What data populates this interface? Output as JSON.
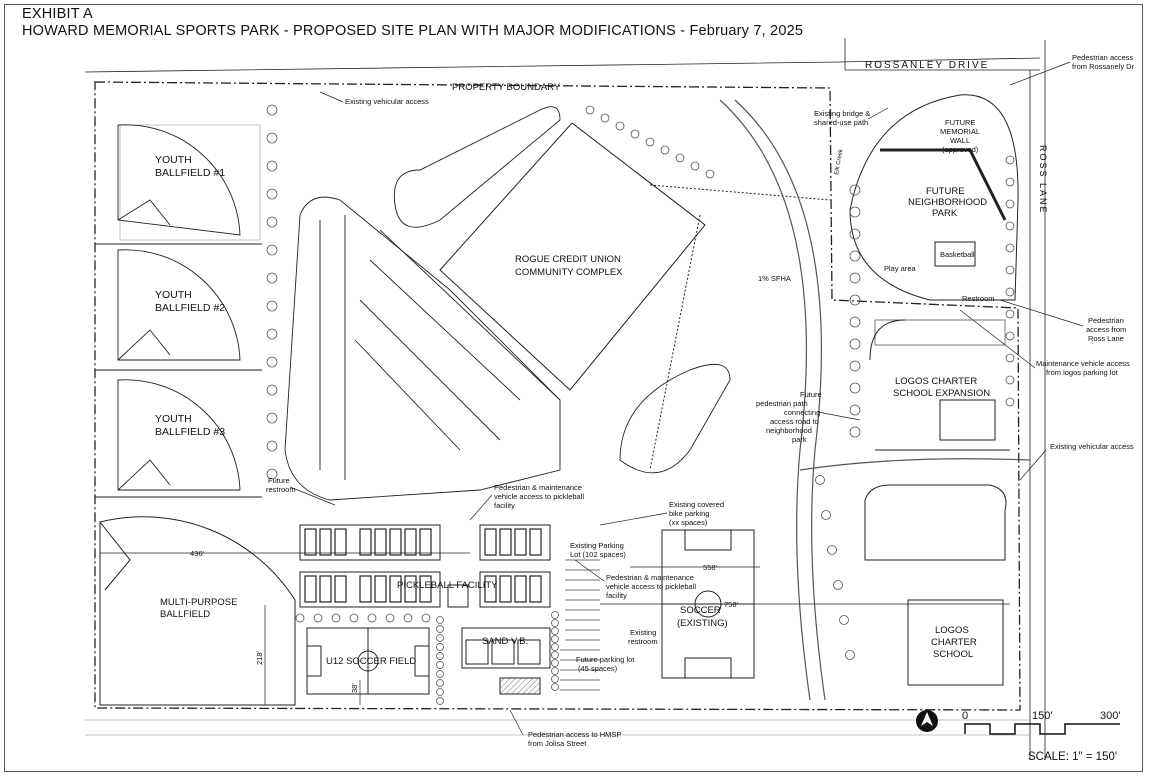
{
  "header": {
    "exhibit": "EXHIBIT A",
    "title": "HOWARD MEMORIAL SPORTS PARK - PROPOSED SITE PLAN WITH MAJOR MODIFICATIONS - February 7, 2025"
  },
  "streets": {
    "rossanley": "ROSSANLEY DRIVE",
    "ross_lane": "ROSS LANE",
    "elk_creek": "Elk Creek"
  },
  "areas": {
    "property_boundary": "PROPERTY BOUNDARY",
    "youth1_a": "YOUTH",
    "youth1_b": "BALLFIELD #1",
    "youth2_a": "YOUTH",
    "youth2_b": "BALLFIELD #2",
    "youth3_a": "YOUTH",
    "youth3_b": "BALLFIELD #3",
    "complex_a": "ROGUE CREDIT UNION",
    "complex_b": "COMMUNITY COMPLEX",
    "multi_a": "MULTI-PURPOSE",
    "multi_b": "BALLFIELD",
    "u12": "U12 SOCCER FIELD",
    "sandvb": "SAND V.B.",
    "pickleball": "PICKLEBALL FACILITY",
    "soccer_a": "SOCCER",
    "soccer_b": "(EXISTING)",
    "logos_exp_a": "LOGOS CHARTER",
    "logos_exp_b": "SCHOOL EXPANSION",
    "logos_a": "LOGOS",
    "logos_b": "CHARTER",
    "logos_c": "SCHOOL",
    "future_park_a": "FUTURE",
    "future_park_b": "NEIGHBORHOOD",
    "future_park_c": "PARK",
    "memorial_a": "FUTURE",
    "memorial_b": "MEMORIAL",
    "memorial_c": "WALL",
    "memorial_d": "(approved)",
    "basketball": "Basketball",
    "play_area": "Play area",
    "restroom": "Restroom",
    "sfha": "1% SFHA"
  },
  "callouts": {
    "existing_vehicular_top": "Existing vehicular access",
    "existing_bridge_a": "Existing bridge &",
    "existing_bridge_b": "shared-use path",
    "ped_rossanley_a": "Pedestrian access",
    "ped_rossanley_b": "from Rossanely Dr",
    "ped_ross_a": "Pedestrian",
    "ped_ross_b": "access from",
    "ped_ross_c": "Ross Lane",
    "maint_logos_a": "Maintenance vehicle access",
    "maint_logos_b": "from logos parking lot",
    "future_path_a": "Future",
    "future_path_b": "pedestrian path",
    "future_path_c": "connecting",
    "future_path_d": "access road to",
    "future_path_e": "neighborhood",
    "future_path_f": "park",
    "existing_vehicular_right": "Existing vehicular access",
    "future_restroom_a": "Future",
    "future_restroom_b": "restroom",
    "ped_maint_pb_a": "Pedestrian & maintenance",
    "ped_maint_pb_b": "vehicle access to pickleball",
    "ped_maint_pb_c": "facility",
    "covered_bike_a": "Existing covered",
    "covered_bike_b": "bike parking",
    "covered_bike_c": "(xx spaces)",
    "existing_parking_a": "Existing Parking",
    "existing_parking_b": "Lot (102 spaces)",
    "ped_maint2_a": "Pedestrian & maintenance",
    "ped_maint2_b": "vehicle access to pickleball",
    "ped_maint2_c": "facility",
    "existing_restroom_a": "Existing",
    "existing_restroom_b": "restroom",
    "future_parking_a": "Future parking lot",
    "future_parking_b": "(45 spaces)",
    "ped_jolisa_a": "Pedestrian access to HMSP",
    "ped_jolisa_b": "from Jolisa Street"
  },
  "dimensions": {
    "d436": "436'",
    "d558": "558'",
    "d758": "758'",
    "d218": "218'",
    "d38": "38'"
  },
  "scale": {
    "zero": "0",
    "mid": "150'",
    "max": "300'",
    "note": "SCALE: 1\" = 150'"
  },
  "colors": {
    "line": "#222222",
    "light": "#888888",
    "tree": "#555555"
  },
  "icons": {
    "north": "north-arrow-icon"
  }
}
